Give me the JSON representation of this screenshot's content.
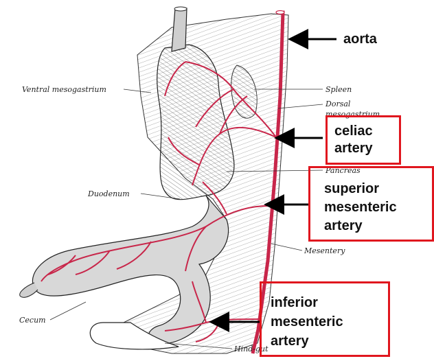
{
  "labels": {
    "ventral_mesogastrium": "Ventral mesogastrium",
    "spleen": "Spleen",
    "dorsal_mesogastrium_line1": "Dorsal",
    "dorsal_mesogastrium_line2": "mesogastrium",
    "pancreas": "Pancreas",
    "duodenum": "Duodenum",
    "mesentery": "Mesentery",
    "cecum": "Cecum",
    "hind_gut": "Hind-gut"
  },
  "annotations": {
    "aorta": "aorta",
    "celiac_line1": "celiac",
    "celiac_line2": "artery",
    "superior_line1": "superior",
    "superior_line2": "mesenteric",
    "superior_line3": "artery",
    "inferior_line1": "inferior",
    "inferior_line2": "mesenteric",
    "inferior_line3": "artery"
  },
  "colors": {
    "artery": "#c8264a",
    "highlight_box": "#e0161e",
    "pointer": "#000000"
  }
}
